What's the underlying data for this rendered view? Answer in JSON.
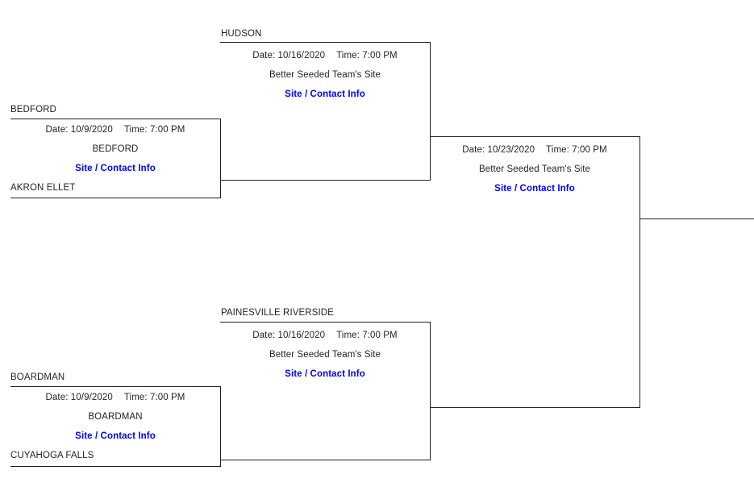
{
  "bracket": {
    "line_color": "#231f20",
    "link_color": "#0000ff",
    "text_color": "#231f20",
    "background": "#ffffff",
    "rounds": [
      {
        "name": "round-1",
        "games": [
          {
            "id": "game-r1-upper",
            "top_team": "BEDFORD",
            "bottom_team": "AKRON ELLET",
            "date_label": "Date: 10/9/2020",
            "time_label": "Time: 7:00 PM",
            "site": "BEDFORD",
            "link_label": "Site / Contact Info"
          },
          {
            "id": "game-r1-lower",
            "top_team": "BOARDMAN",
            "bottom_team": "CUYAHOGA FALLS",
            "date_label": "Date: 10/9/2020",
            "time_label": "Time: 7:00 PM",
            "site": "BOARDMAN",
            "link_label": "Site / Contact Info"
          }
        ]
      },
      {
        "name": "round-2",
        "games": [
          {
            "id": "game-r2-upper",
            "top_team": "HUDSON",
            "bottom_team": "",
            "date_label": "Date: 10/16/2020",
            "time_label": "Time: 7:00 PM",
            "site": "Better Seeded Team's Site",
            "link_label": "Site / Contact Info"
          },
          {
            "id": "game-r2-lower",
            "top_team": "PAINESVILLE RIVERSIDE",
            "bottom_team": "",
            "date_label": "Date: 10/16/2020",
            "time_label": "Time: 7:00 PM",
            "site": "Better Seeded Team's Site",
            "link_label": "Site / Contact Info"
          }
        ]
      },
      {
        "name": "round-3",
        "games": [
          {
            "id": "game-r3-final",
            "top_team": "",
            "bottom_team": "",
            "date_label": "Date: 10/23/2020",
            "time_label": "Time: 7:00 PM",
            "site": "Better Seeded Team's Site",
            "link_label": "Site / Contact Info"
          }
        ]
      }
    ]
  }
}
